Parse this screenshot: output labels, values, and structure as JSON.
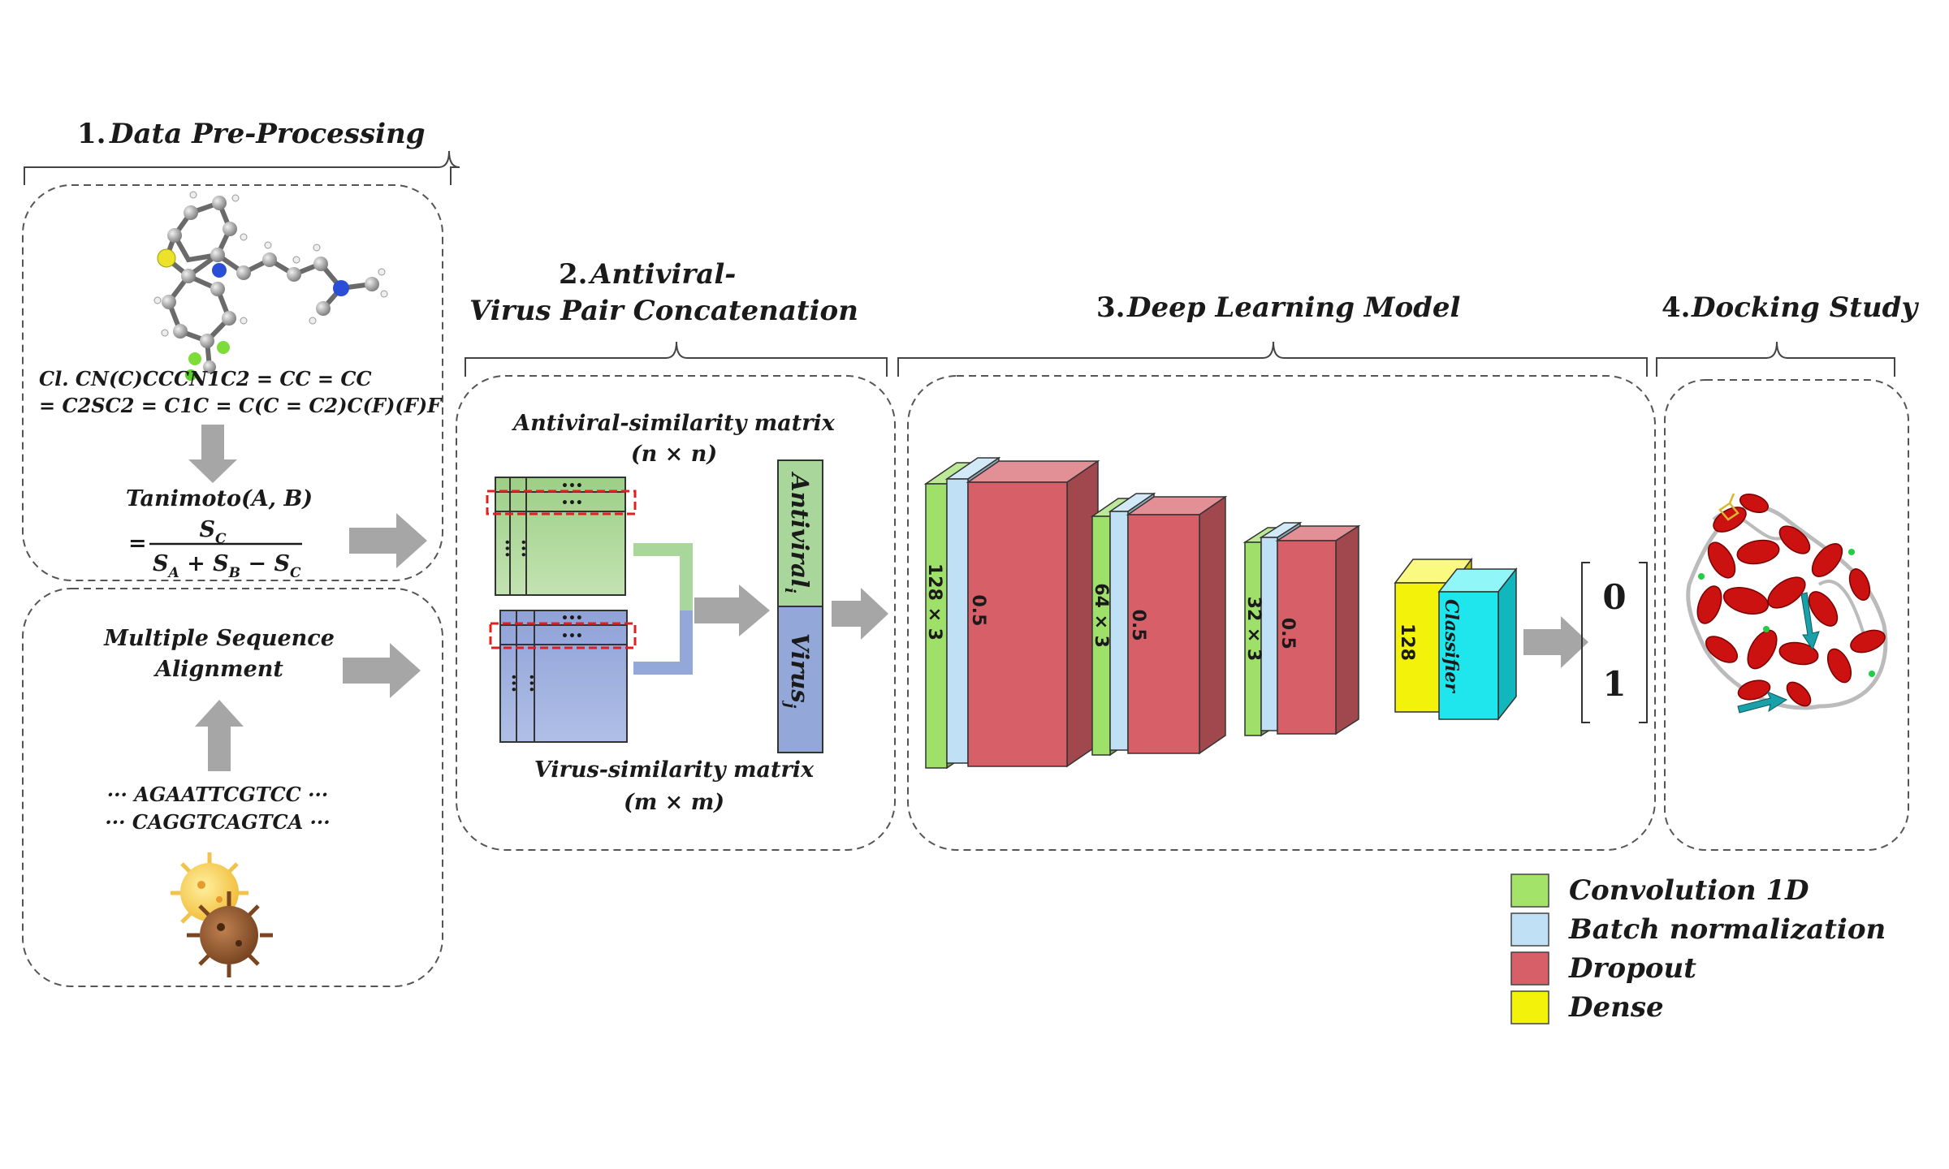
{
  "sections": {
    "preprocessing": {
      "num": "1.",
      "title": "Data Pre-Processing"
    },
    "concatenation": {
      "num": "2.",
      "title_line1": "Antiviral-",
      "title_line2": "Virus Pair Concatenation"
    },
    "model": {
      "num": "3.",
      "title": "Deep Learning Model"
    },
    "docking": {
      "num": "4.",
      "title": "Docking Study"
    }
  },
  "preprocessing": {
    "smiles_line1": "Cl. CN(C)CCCN1C2 = CC = CC",
    "smiles_line2": "= C2SC2 = C1C = C(C = C2)C(F)(F)F",
    "tanimoto_label": "Tanimoto(A, B)",
    "eq_sign": "=",
    "numerator": "S",
    "numerator_sub": "C",
    "den_a": "S",
    "den_a_sub": "A",
    "den_plus": " + ",
    "den_b": "S",
    "den_b_sub": "B",
    "den_minus": " − ",
    "den_c": "S",
    "den_c_sub": "C",
    "msa_line1": "Multiple Sequence",
    "msa_line2": "Alignment",
    "seq_line1": "··· AGAATTCGTCC ···",
    "seq_line2": "··· CAGGTCAGTCA ···"
  },
  "concatenation": {
    "antiviral_matrix_title": "Antiviral-similarity matrix",
    "antiviral_matrix_dim": "(n × n)",
    "virus_matrix_title": "Virus-similarity matrix",
    "virus_matrix_dim": "(m × m)",
    "antiviral_vector_label": "Antiviral",
    "antiviral_vector_sub": "i",
    "virus_vector_label": "Virus",
    "virus_vector_sub": "j",
    "dots": "•••"
  },
  "model": {
    "blocks": [
      {
        "conv": "128 × 3",
        "dropout": "0.5"
      },
      {
        "conv": "64 × 3",
        "dropout": "0.5"
      },
      {
        "conv": "32 × 3",
        "dropout": "0.5"
      }
    ],
    "dense_label": "128",
    "classifier_label": "Classifier",
    "output_values": [
      "0",
      "1"
    ]
  },
  "legend": [
    {
      "label": "Convolution 1D",
      "color": "#a4e36a"
    },
    {
      "label": "Batch normalization",
      "color": "#bfe0f5"
    },
    {
      "label": "Dropout",
      "color": "#d65f68"
    },
    {
      "label": "Dense",
      "color": "#f2f20a"
    }
  ],
  "colors": {
    "conv": "#9ee06a",
    "batchnorm": "#bfe0f5",
    "dropout": "#d65f68",
    "dense": "#f2f20a",
    "classifier": "#1ee6ec",
    "antiviral_matrix": "#a9d69a",
    "virus_matrix": "#93a7d9",
    "arrow": "#a6a6a6",
    "protein": "#cc1111"
  }
}
